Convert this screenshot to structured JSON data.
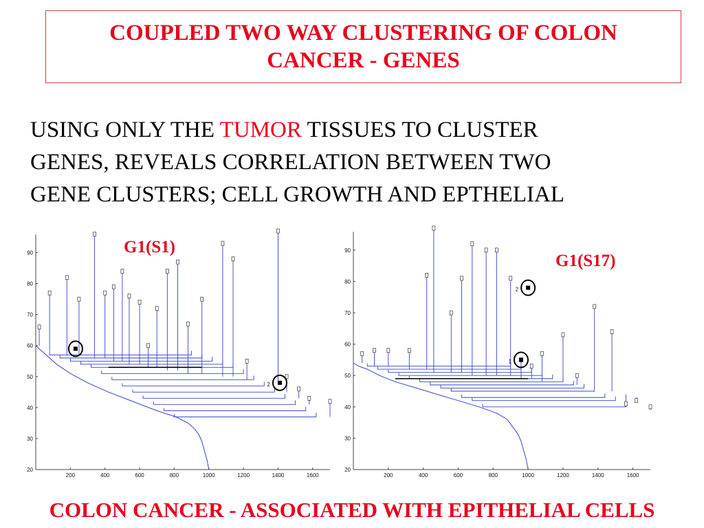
{
  "slide": {
    "title_line1": "COUPLED TWO WAY CLUSTERING OF COLON",
    "title_line2": "CANCER - GENES",
    "desc_line1_a": "USING ONLY THE ",
    "desc_line1_highlight": "TUMOR",
    "desc_line1_b": " TISSUES TO CLUSTER",
    "desc_line2": "GENES, REVEALS CORRELATION BETWEEN TWO",
    "desc_line3": "GENE CLUSTERS; CELL GROWTH AND EPTHELIAL",
    "footer": "COLON CANCER - ASSOCIATED WITH EPITHELIAL CELLS"
  },
  "colors": {
    "accent": "#e8001c",
    "dendrogram": "#3344cc",
    "highlight_line": "#000000"
  },
  "chart_data": [
    {
      "type": "line",
      "label": "G1(S1)",
      "xlim": [
        0,
        1700
      ],
      "ylim": [
        20,
        95
      ],
      "xticks": [
        "200",
        "400",
        "600",
        "800",
        "1000",
        "1200",
        "1400",
        "1600"
      ],
      "yticks": [
        "20",
        "30",
        "40",
        "50",
        "60",
        "70",
        "80",
        "90"
      ],
      "main_curve": [
        [
          1000,
          20
        ],
        [
          990,
          23
        ],
        [
          975,
          26
        ],
        [
          960,
          29
        ],
        [
          945,
          31
        ],
        [
          920,
          33
        ],
        [
          880,
          35
        ],
        [
          810,
          37
        ],
        [
          700,
          39
        ],
        [
          560,
          42
        ],
        [
          420,
          45
        ],
        [
          300,
          48
        ],
        [
          200,
          51
        ],
        [
          120,
          54
        ],
        [
          60,
          57
        ],
        [
          20,
          59
        ],
        [
          0,
          60
        ]
      ],
      "branches": [
        {
          "x": 20,
          "y0": 60,
          "y1": 66
        },
        {
          "x": 80,
          "y0": 58,
          "y1": 77
        },
        {
          "x": 180,
          "y0": 57,
          "y1": 82
        },
        {
          "x": 250,
          "y0": 57,
          "y1": 75
        },
        {
          "x": 340,
          "y0": 56,
          "y1": 96
        },
        {
          "x": 400,
          "y0": 56,
          "y1": 77
        },
        {
          "x": 450,
          "y0": 55,
          "y1": 79
        },
        {
          "x": 500,
          "y0": 55,
          "y1": 84
        },
        {
          "x": 540,
          "y0": 54,
          "y1": 76
        },
        {
          "x": 600,
          "y0": 54,
          "y1": 74
        },
        {
          "x": 650,
          "y0": 53,
          "y1": 60
        },
        {
          "x": 700,
          "y0": 53,
          "y1": 72
        },
        {
          "x": 760,
          "y0": 52,
          "y1": 84
        },
        {
          "x": 820,
          "y0": 52,
          "y1": 87
        },
        {
          "x": 880,
          "y0": 51,
          "y1": 67
        },
        {
          "x": 960,
          "y0": 51,
          "y1": 75
        },
        {
          "x": 1080,
          "y0": 50,
          "y1": 93
        },
        {
          "x": 1140,
          "y0": 50,
          "y1": 88
        },
        {
          "x": 1220,
          "y0": 49,
          "y1": 55
        },
        {
          "x": 1400,
          "y0": 48,
          "y1": 97
        },
        {
          "x": 1450,
          "y0": 45,
          "y1": 50
        },
        {
          "x": 1520,
          "y0": 43,
          "y1": 46
        },
        {
          "x": 1580,
          "y0": 41,
          "y1": 43
        },
        {
          "x": 1700,
          "y0": 37,
          "y1": 42
        }
      ],
      "nested_levels": [
        57,
        56,
        55,
        54,
        53,
        51,
        49,
        47,
        45,
        43,
        41,
        39,
        37
      ],
      "highlight_segment": {
        "x0": 420,
        "x1": 960,
        "y": 53
      },
      "markers": [
        {
          "x": 230,
          "y": 59,
          "label": ""
        },
        {
          "x": 1410,
          "y": 48,
          "label": "2"
        }
      ]
    },
    {
      "type": "line",
      "label": "G1(S17)",
      "xlim": [
        0,
        1700
      ],
      "ylim": [
        20,
        95
      ],
      "xticks": [
        "200",
        "400",
        "600",
        "800",
        "1000",
        "1200",
        "1400",
        "1600"
      ],
      "yticks": [
        "20",
        "30",
        "40",
        "50",
        "60",
        "70",
        "80",
        "90"
      ],
      "main_curve": [
        [
          1000,
          20
        ],
        [
          990,
          23
        ],
        [
          975,
          26
        ],
        [
          960,
          29
        ],
        [
          945,
          31
        ],
        [
          920,
          33
        ],
        [
          880,
          36
        ],
        [
          820,
          38
        ],
        [
          720,
          40
        ],
        [
          600,
          42
        ],
        [
          480,
          44
        ],
        [
          360,
          46
        ],
        [
          240,
          48
        ],
        [
          150,
          50
        ],
        [
          80,
          52
        ],
        [
          30,
          53
        ],
        [
          0,
          54
        ]
      ],
      "branches": [
        {
          "x": 50,
          "y0": 54,
          "y1": 57
        },
        {
          "x": 120,
          "y0": 53,
          "y1": 58
        },
        {
          "x": 200,
          "y0": 53,
          "y1": 58
        },
        {
          "x": 320,
          "y0": 52,
          "y1": 58
        },
        {
          "x": 420,
          "y0": 52,
          "y1": 82
        },
        {
          "x": 460,
          "y0": 51,
          "y1": 97
        },
        {
          "x": 560,
          "y0": 51,
          "y1": 70
        },
        {
          "x": 620,
          "y0": 51,
          "y1": 81
        },
        {
          "x": 680,
          "y0": 50,
          "y1": 92
        },
        {
          "x": 760,
          "y0": 50,
          "y1": 90
        },
        {
          "x": 820,
          "y0": 50,
          "y1": 90
        },
        {
          "x": 900,
          "y0": 50,
          "y1": 81
        },
        {
          "x": 960,
          "y0": 49,
          "y1": 55
        },
        {
          "x": 1020,
          "y0": 49,
          "y1": 53
        },
        {
          "x": 1080,
          "y0": 48,
          "y1": 57
        },
        {
          "x": 1200,
          "y0": 48,
          "y1": 63
        },
        {
          "x": 1280,
          "y0": 47,
          "y1": 50
        },
        {
          "x": 1380,
          "y0": 46,
          "y1": 72
        },
        {
          "x": 1480,
          "y0": 45,
          "y1": 64
        },
        {
          "x": 1560,
          "y0": 44,
          "y1": 41
        },
        {
          "x": 1620,
          "y0": 43,
          "y1": 42
        },
        {
          "x": 1700,
          "y0": 39,
          "y1": 40
        }
      ],
      "nested_levels": [
        53,
        52,
        51,
        50,
        49,
        48,
        47,
        46,
        45,
        43,
        42,
        40
      ],
      "highlight_segment": {
        "x0": 240,
        "x1": 1000,
        "y": 49
      },
      "markers": [
        {
          "x": 1000,
          "y": 78,
          "label": "2"
        },
        {
          "x": 960,
          "y": 55,
          "label": "1"
        }
      ]
    }
  ]
}
